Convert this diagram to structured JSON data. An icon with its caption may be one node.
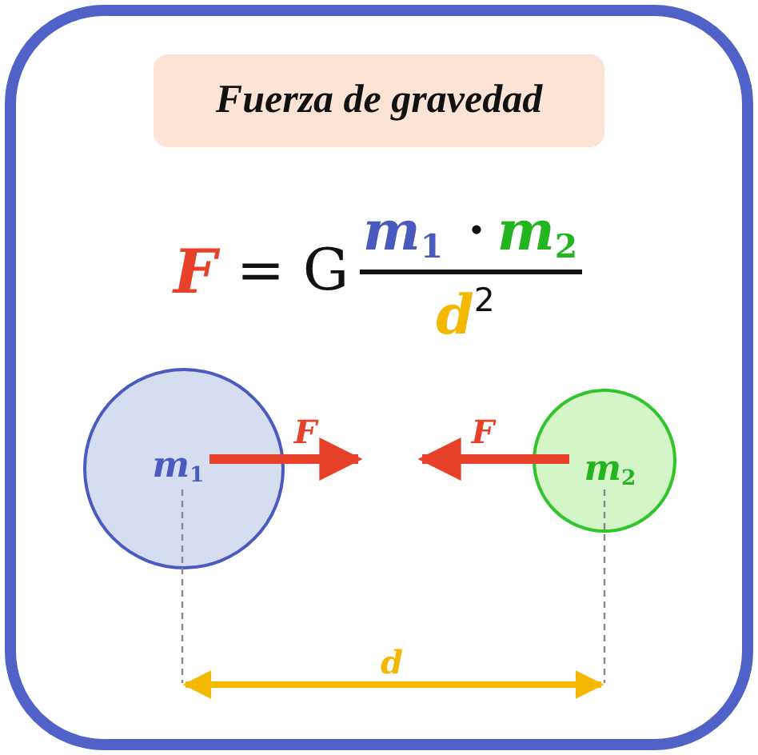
{
  "diagram": {
    "title": "Fuerza de gravedad",
    "nodes": [
      {
        "text": [
          "m$_{1}$"
        ]
      },
      {
        "text": [
          "m$_{2}$"
        ]
      }
    ],
    "labels": [
      "F",
      "= G",
      "m$_{1}$",
      "·",
      "m$_{2}$",
      "d$^{2}$",
      "F",
      "F",
      "d"
    ]
  }
}
